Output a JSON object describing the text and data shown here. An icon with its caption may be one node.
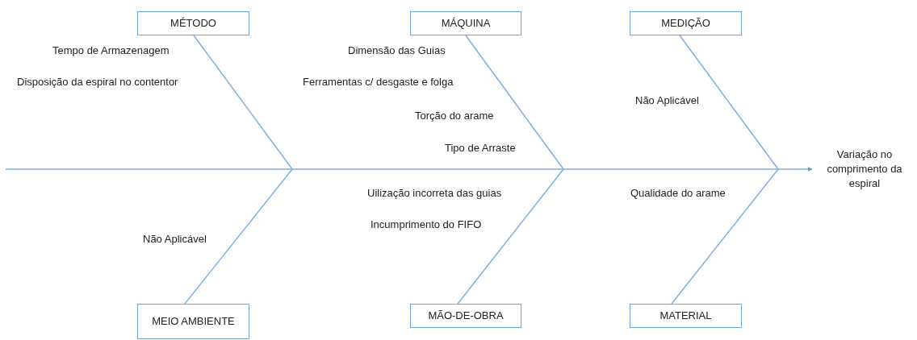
{
  "diagram": {
    "nodes": [
      {
        "text": [
          "MÉTODO"
        ]
      },
      {
        "text": [
          "MÁQUINA"
        ]
      },
      {
        "text": [
          "MEDIÇÃO"
        ]
      },
      {
        "text": [
          "MEIO AMBIENTE"
        ]
      },
      {
        "text": [
          "MÃO-DE-OBRA"
        ]
      },
      {
        "text": [
          "MATERIAL"
        ]
      },
      {
        "text": [
          "Variação no comprimento da espiral"
        ]
      }
    ],
    "edges": [
      {
        "from": null,
        "to": 6,
        "arrow": "to"
      },
      {
        "from": 0,
        "to": null,
        "arrow": "none"
      },
      {
        "from": 1,
        "to": null,
        "arrow": "none"
      },
      {
        "from": 2,
        "to": null,
        "arrow": "none"
      },
      {
        "from": 3,
        "to": null,
        "arrow": "none"
      },
      {
        "from": 4,
        "to": null,
        "arrow": "none"
      },
      {
        "from": 5,
        "to": null,
        "arrow": "none"
      }
    ],
    "labels": [
      "Tempo de Armazenagem",
      "Dimensão das Guias",
      "Disposição da espiral no contentor",
      "Ferramentas c/ desgaste e folga",
      "Não Aplicável",
      "Torção do arame",
      "Tipo de Arraste",
      "Uilização incorreta das guias",
      "Qualidade do arame",
      "Incumprimento do FIFO",
      "Não Aplicável"
    ]
  }
}
